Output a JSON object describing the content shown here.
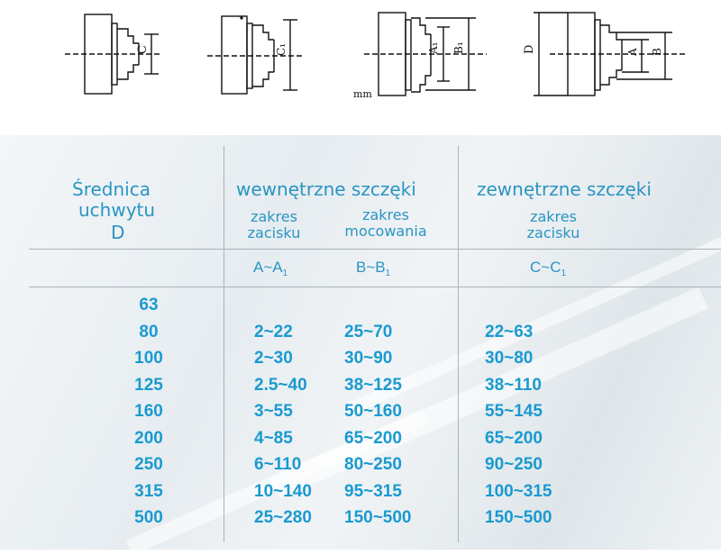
{
  "diagrams": {
    "labels": {
      "c": "C",
      "c1": "C₁",
      "a1": "A₁",
      "b1": "B₁",
      "d": "D",
      "a": "A",
      "b": "B",
      "mm": "mm"
    }
  },
  "table": {
    "col1_header": [
      "Średnica",
      "uchwytu",
      "D"
    ],
    "inner_header": "wewnętrzne szczęki",
    "outer_header": "zewnętrzne szczęki",
    "sub_inner_clamp": [
      "zakres",
      "zacisku"
    ],
    "sub_inner_mount": [
      "zakres",
      "mocowania"
    ],
    "sub_outer_clamp": [
      "zakres",
      "zacisku"
    ],
    "units": {
      "a": "A~A",
      "b": "B~B",
      "c": "C~C",
      "sub": "1"
    },
    "rows": [
      {
        "d": "63",
        "a": "",
        "b": "",
        "c": ""
      },
      {
        "d": "80",
        "a": "2~22",
        "b": "25~70",
        "c": "22~63"
      },
      {
        "d": "100",
        "a": "2~30",
        "b": "30~90",
        "c": "30~80"
      },
      {
        "d": "125",
        "a": "2.5~40",
        "b": "38~125",
        "c": "38~110"
      },
      {
        "d": "160",
        "a": "3~55",
        "b": "50~160",
        "c": "55~145"
      },
      {
        "d": "200",
        "a": "4~85",
        "b": "65~200",
        "c": "65~200"
      },
      {
        "d": "250",
        "a": "6~110",
        "b": "80~250",
        "c": "90~250"
      },
      {
        "d": "315",
        "a": "10~140",
        "b": "95~315",
        "c": "100~315"
      },
      {
        "d": "500",
        "a": "25~280",
        "b": "150~500",
        "c": "150~500"
      }
    ]
  },
  "colors": {
    "text": "#2a95c2",
    "value": "#1a9ad0",
    "line": "#a9b3b9"
  }
}
